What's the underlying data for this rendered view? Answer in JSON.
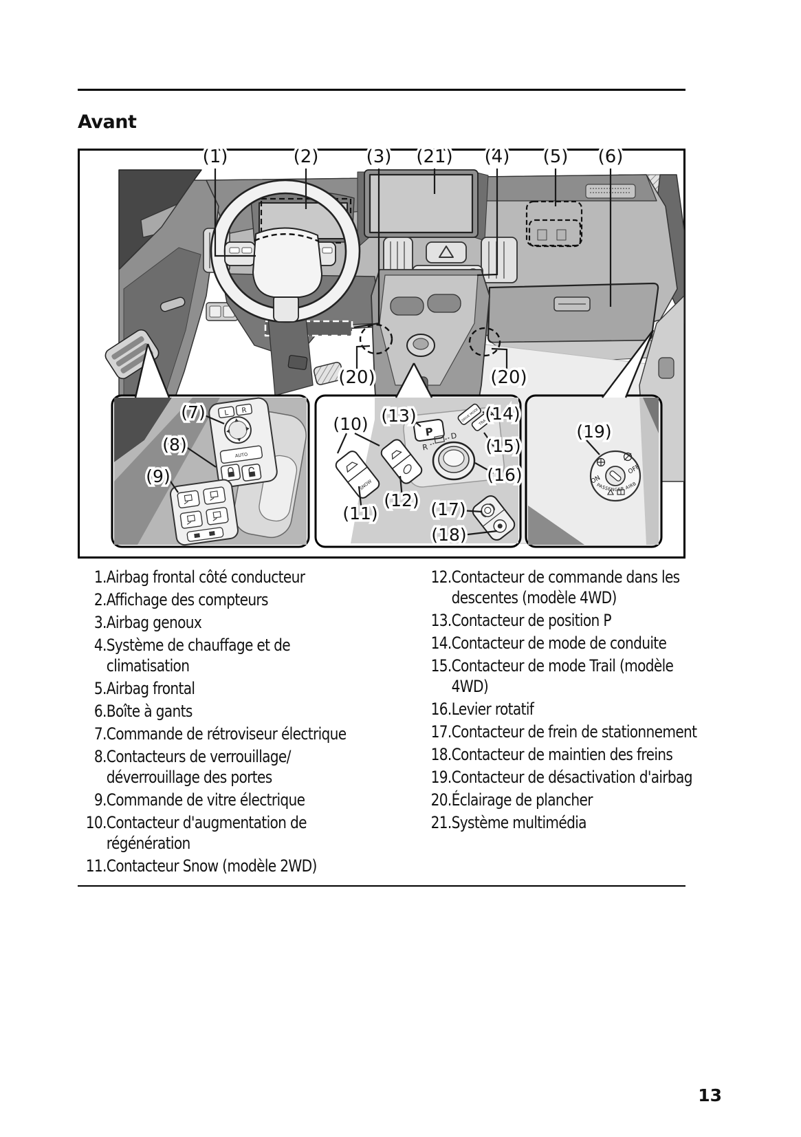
{
  "page": {
    "title": "Avant",
    "page_number": "13"
  },
  "figure": {
    "callouts": {
      "c1": "(1)",
      "c2": "(2)",
      "c3": "(3)",
      "c21": "(21)",
      "c4": "(4)",
      "c5": "(5)",
      "c6": "(6)",
      "c20_left": "(20)",
      "c20_right": "(20)",
      "c7": "(7)",
      "c8": "(8)",
      "c9": "(9)",
      "c10": "(10)",
      "c11": "(11)",
      "c12": "(12)",
      "c13": "(13)",
      "c14": "(14)",
      "c15": "(15)",
      "c16": "(16)",
      "c17": "(17)",
      "c18": "(18)",
      "c19": "(19)"
    },
    "labels": {
      "p": "P",
      "r": "R",
      "d": "D",
      "l": "L",
      "r_mirror": "R",
      "auto": "AUTO",
      "snow": "SNOW",
      "drive_mode": "DRIVE MODE",
      "trail": "TRAIL",
      "on": "ON",
      "off": "OFF",
      "passenger_airbag": "PASSENGER AIRBAG"
    },
    "colors": {
      "line": "#1a1a1a",
      "screen": "#c9c9c9",
      "dash_dark": "#787878",
      "dash_mid": "#b9b9b9"
    }
  },
  "legend": {
    "left": [
      {
        "num": "1.",
        "text": "Airbag frontal côté conducteur"
      },
      {
        "num": "2.",
        "text": "Affichage des compteurs"
      },
      {
        "num": "3.",
        "text": "Airbag genoux"
      },
      {
        "num": "4.",
        "text": "Système de chauffage et de\nclimatisation"
      },
      {
        "num": "5.",
        "text": "Airbag frontal"
      },
      {
        "num": "6.",
        "text": "Boîte à gants"
      },
      {
        "num": "7.",
        "text": "Commande de rétroviseur électrique"
      },
      {
        "num": "8.",
        "text": "Contacteurs de verrouillage/\ndéverrouillage des portes"
      },
      {
        "num": "9.",
        "text": "Commande de vitre électrique"
      },
      {
        "num": "10.",
        "text": "Contacteur d'augmentation de\nrégénération"
      },
      {
        "num": "11.",
        "text": "Contacteur Snow (modèle 2WD)"
      }
    ],
    "right": [
      {
        "num": "12.",
        "text": "Contacteur de commande dans les\ndescentes (modèle 4WD)"
      },
      {
        "num": "13.",
        "text": "Contacteur de position P"
      },
      {
        "num": "14.",
        "text": "Contacteur de mode de conduite"
      },
      {
        "num": "15.",
        "text": "Contacteur de mode Trail (modèle\n4WD)"
      },
      {
        "num": "16.",
        "text": "Levier rotatif"
      },
      {
        "num": "17.",
        "text": "Contacteur de frein de stationnement"
      },
      {
        "num": "18.",
        "text": "Contacteur de maintien des freins"
      },
      {
        "num": "19.",
        "text": "Contacteur de désactivation d'airbag"
      },
      {
        "num": "20.",
        "text": "Éclairage de plancher"
      },
      {
        "num": "21.",
        "text": "Système multimédia"
      }
    ]
  }
}
